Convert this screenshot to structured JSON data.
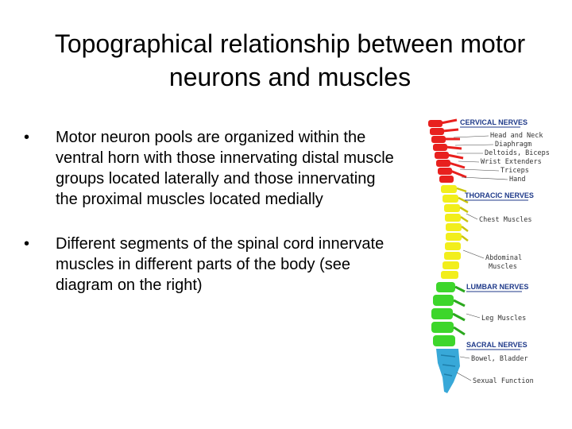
{
  "title": "Topographical relationship between motor neurons and muscles",
  "bullets": [
    "Motor neuron pools are organized within the ventral horn with those innervating distal muscle groups located laterally and those innervating the proximal muscles located medially",
    "Different segments of the spinal cord innervate muscles in different parts of the body (see diagram on the right)"
  ],
  "diagram": {
    "headings": {
      "cervical": "CERVICAL NERVES",
      "thoracic": "THORACIC NERVES",
      "lumbar": "LUMBAR NERVES",
      "sacral": "SACRAL NERVES"
    },
    "labels": {
      "head_neck": "Head and Neck",
      "diaphragm": "Diaphragm",
      "deltoids_biceps": "Deltoids, Biceps",
      "wrist_extenders": "Wrist Extenders",
      "triceps": "Triceps",
      "hand": "Hand",
      "chest_muscles": "Chest Muscles",
      "abdominal_muscles_1": "Abdominal",
      "abdominal_muscles_2": "Muscles",
      "leg_muscles": "Leg Muscles",
      "bowel_bladder": "Bowel, Bladder",
      "sexual_function": "Sexual Function"
    },
    "colors": {
      "cervical": "#e8201e",
      "thoracic": "#f2ee1c",
      "lumbar": "#3dd62b",
      "sacral": "#38a8d8",
      "heading": "#1f3a8a"
    }
  }
}
